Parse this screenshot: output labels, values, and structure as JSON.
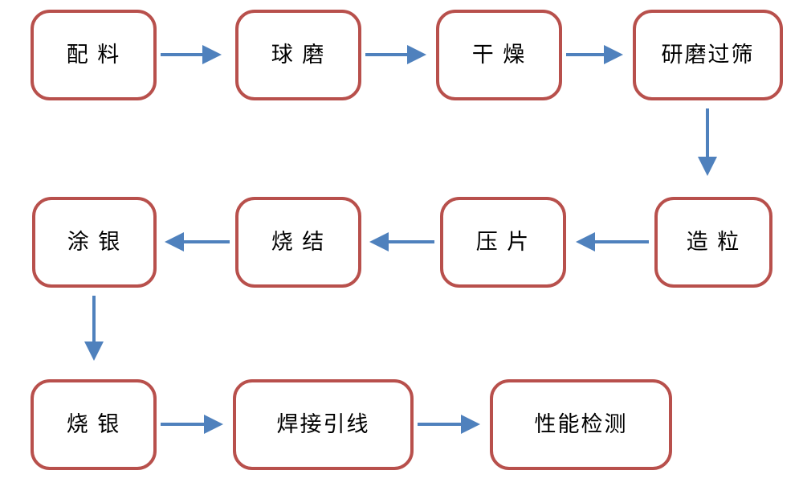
{
  "diagram": {
    "type": "flowchart",
    "colors": {
      "box_border": "#b8504c",
      "box_fill": "#ffffff",
      "arrow": "#4f81bd",
      "text": "#000000"
    },
    "nodes": [
      {
        "id": "batching",
        "label": "配 料"
      },
      {
        "id": "ball-milling",
        "label": "球 磨"
      },
      {
        "id": "drying",
        "label": "干 燥"
      },
      {
        "id": "grinding-sieving",
        "label": "研磨过筛"
      },
      {
        "id": "granulation",
        "label": "造 粒"
      },
      {
        "id": "tableting",
        "label": "压 片"
      },
      {
        "id": "sintering",
        "label": "烧 结"
      },
      {
        "id": "silver-coating",
        "label": "涂 银"
      },
      {
        "id": "silver-firing",
        "label": "烧 银"
      },
      {
        "id": "lead-welding",
        "label": "焊接引线"
      },
      {
        "id": "performance-testing",
        "label": "性能检测"
      }
    ],
    "edges": [
      {
        "from": "batching",
        "to": "ball-milling",
        "direction": "right"
      },
      {
        "from": "ball-milling",
        "to": "drying",
        "direction": "right"
      },
      {
        "from": "drying",
        "to": "grinding-sieving",
        "direction": "right"
      },
      {
        "from": "grinding-sieving",
        "to": "granulation",
        "direction": "down"
      },
      {
        "from": "granulation",
        "to": "tableting",
        "direction": "left"
      },
      {
        "from": "tableting",
        "to": "sintering",
        "direction": "left"
      },
      {
        "from": "sintering",
        "to": "silver-coating",
        "direction": "left"
      },
      {
        "from": "silver-coating",
        "to": "silver-firing",
        "direction": "down"
      },
      {
        "from": "silver-firing",
        "to": "lead-welding",
        "direction": "right"
      },
      {
        "from": "lead-welding",
        "to": "performance-testing",
        "direction": "right"
      }
    ]
  }
}
